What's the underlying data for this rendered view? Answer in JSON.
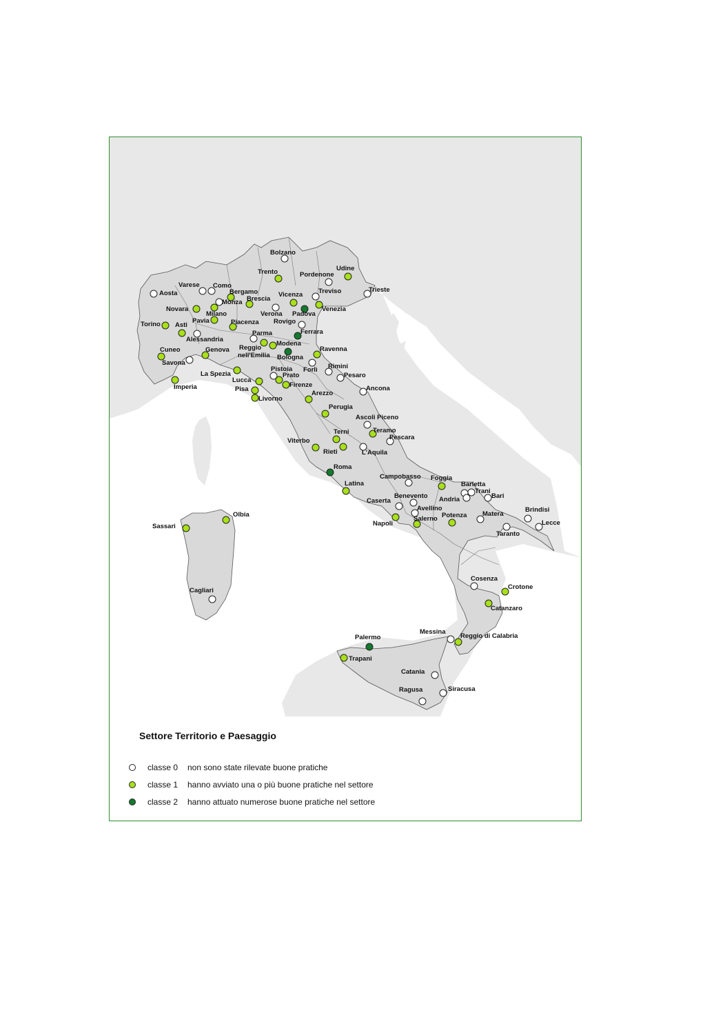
{
  "colors": {
    "class0": "#ffffff",
    "class1": "#a8e01a",
    "class2": "#137a2e",
    "land_italy": "#d9d9d9",
    "land_other": "#e8e8e8",
    "sea": "#ffffff",
    "frame": "#2e8b2e"
  },
  "legend": {
    "title": "Settore Territorio e Paesaggio",
    "items": [
      {
        "class_label": "classe 0",
        "description": "non sono state rilevate buone pratiche",
        "color": "#ffffff"
      },
      {
        "class_label": "classe 1",
        "description": "hanno avviato una o più buone pratiche nel settore",
        "color": "#a8e01a"
      },
      {
        "class_label": "classe 2",
        "description": "hanno attuato numerose buone pratiche nel settore",
        "color": "#137a2e"
      }
    ]
  },
  "cities": [
    {
      "name": "Bolzano",
      "cls": 0
    },
    {
      "name": "Trento",
      "cls": 1
    },
    {
      "name": "Udine",
      "cls": 1
    },
    {
      "name": "Pordenone",
      "cls": 0
    },
    {
      "name": "Trieste",
      "cls": 0
    },
    {
      "name": "Treviso",
      "cls": 0
    },
    {
      "name": "Venezia",
      "cls": 1
    },
    {
      "name": "Padova",
      "cls": 2
    },
    {
      "name": "Vicenza",
      "cls": 1
    },
    {
      "name": "Verona",
      "cls": 0
    },
    {
      "name": "Rovigo",
      "cls": 0
    },
    {
      "name": "Ferrara",
      "cls": 2
    },
    {
      "name": "Aosta",
      "cls": 0
    },
    {
      "name": "Varese",
      "cls": 0
    },
    {
      "name": "Como",
      "cls": 0
    },
    {
      "name": "Bergamo",
      "cls": 1
    },
    {
      "name": "Monza",
      "cls": 0
    },
    {
      "name": "Brescia",
      "cls": 1
    },
    {
      "name": "Novara",
      "cls": 1
    },
    {
      "name": "Milano",
      "cls": 1
    },
    {
      "name": "Pavia",
      "cls": 1
    },
    {
      "name": "Torino",
      "cls": 1
    },
    {
      "name": "Asti",
      "cls": 1
    },
    {
      "name": "Alessandria",
      "cls": 0
    },
    {
      "name": "Piacenza",
      "cls": 1
    },
    {
      "name": "Parma",
      "cls": 0
    },
    {
      "name": "Reggio nell'Emilia",
      "cls": 1
    },
    {
      "name": "Modena",
      "cls": 1
    },
    {
      "name": "Bologna",
      "cls": 2
    },
    {
      "name": "Ravenna",
      "cls": 1
    },
    {
      "name": "Forlì",
      "cls": 0
    },
    {
      "name": "Rimini",
      "cls": 0
    },
    {
      "name": "Pesaro",
      "cls": 0
    },
    {
      "name": "Cuneo",
      "cls": 1
    },
    {
      "name": "Savona",
      "cls": 0
    },
    {
      "name": "Genova",
      "cls": 1
    },
    {
      "name": "La Spezia",
      "cls": 1
    },
    {
      "name": "Imperia",
      "cls": 1
    },
    {
      "name": "Lucca",
      "cls": 1
    },
    {
      "name": "Pistoia",
      "cls": 0
    },
    {
      "name": "Prato",
      "cls": 1
    },
    {
      "name": "Firenze",
      "cls": 1
    },
    {
      "name": "Pisa",
      "cls": 1
    },
    {
      "name": "Livorno",
      "cls": 1
    },
    {
      "name": "Arezzo",
      "cls": 1
    },
    {
      "name": "Ancona",
      "cls": 0
    },
    {
      "name": "Perugia",
      "cls": 1
    },
    {
      "name": "Ascoli Piceno",
      "cls": 0
    },
    {
      "name": "Teramo",
      "cls": 1
    },
    {
      "name": "Pescara",
      "cls": 0
    },
    {
      "name": "Terni",
      "cls": 1
    },
    {
      "name": "Viterbo",
      "cls": 1
    },
    {
      "name": "Rieti",
      "cls": 1
    },
    {
      "name": "L'Aquila",
      "cls": 0
    },
    {
      "name": "Roma",
      "cls": 2
    },
    {
      "name": "Latina",
      "cls": 1
    },
    {
      "name": "Campobasso",
      "cls": 0
    },
    {
      "name": "Foggia",
      "cls": 1
    },
    {
      "name": "Barletta",
      "cls": 0
    },
    {
      "name": "Trani",
      "cls": 0
    },
    {
      "name": "Andria",
      "cls": 0
    },
    {
      "name": "Bari",
      "cls": 0
    },
    {
      "name": "Benevento",
      "cls": 0
    },
    {
      "name": "Caserta",
      "cls": 0
    },
    {
      "name": "Avellino",
      "cls": 0
    },
    {
      "name": "Napoli",
      "cls": 1
    },
    {
      "name": "Salerno",
      "cls": 1
    },
    {
      "name": "Potenza",
      "cls": 1
    },
    {
      "name": "Matera",
      "cls": 0
    },
    {
      "name": "Brindisi",
      "cls": 0
    },
    {
      "name": "Lecce",
      "cls": 0
    },
    {
      "name": "Taranto",
      "cls": 0
    },
    {
      "name": "Sassari",
      "cls": 1
    },
    {
      "name": "Olbia",
      "cls": 1
    },
    {
      "name": "Cagliari",
      "cls": 0
    },
    {
      "name": "Cosenza",
      "cls": 0
    },
    {
      "name": "Crotone",
      "cls": 1
    },
    {
      "name": "Catanzaro",
      "cls": 1
    },
    {
      "name": "Messina",
      "cls": 0
    },
    {
      "name": "Reggio di Calabria",
      "cls": 1
    },
    {
      "name": "Palermo",
      "cls": 2
    },
    {
      "name": "Trapani",
      "cls": 1
    },
    {
      "name": "Catania",
      "cls": 0
    },
    {
      "name": "Ragusa",
      "cls": 0
    },
    {
      "name": "Siracusa",
      "cls": 0
    }
  ]
}
